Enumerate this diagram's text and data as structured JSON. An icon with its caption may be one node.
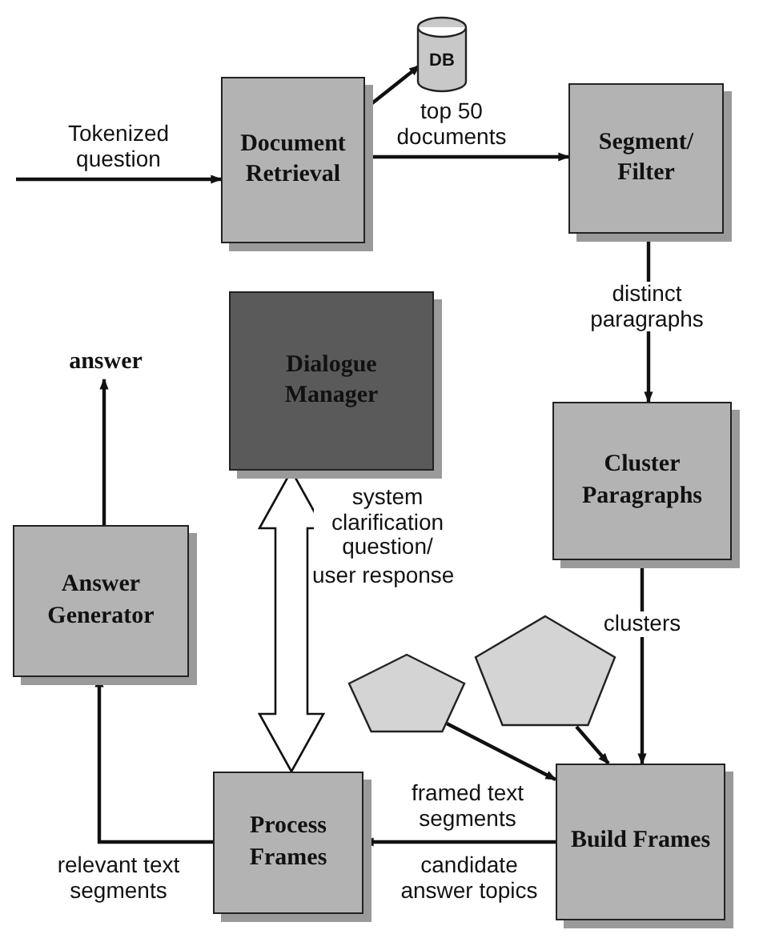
{
  "diagram": {
    "nodes": [
      {
        "text": [
          "Document Retrieval"
        ]
      },
      {
        "text": [
          "DB"
        ]
      },
      {
        "text": [
          "Segment/ Filter"
        ]
      },
      {
        "text": [
          "Dialogue Manager"
        ]
      },
      {
        "text": [
          "answer"
        ]
      },
      {
        "text": [
          "Cluster Paragraphs"
        ]
      },
      {
        "text": [
          "Answer Generator"
        ]
      },
      {
        "text": [],
        "shape": "pentagon"
      },
      {
        "text": [],
        "shape": "pentagon"
      },
      {
        "text": [
          "Process Frames"
        ]
      },
      {
        "text": [
          "Build Frames"
        ]
      }
    ],
    "edges": [
      {
        "from": null,
        "to": 0,
        "arrow": "to",
        "label": "Tokenized question"
      },
      {
        "from": 0,
        "to": 1,
        "arrow": "to"
      },
      {
        "from": 0,
        "to": 2,
        "arrow": "to",
        "label": "top 50 documents"
      },
      {
        "from": 2,
        "to": 5,
        "arrow": "to",
        "label": "distinct paragraphs"
      },
      {
        "from": 5,
        "to": 10,
        "arrow": "to",
        "label": "clusters"
      },
      {
        "from": 6,
        "to": 4,
        "arrow": "to"
      },
      {
        "from": 3,
        "to": 9,
        "arrow": "both",
        "style": "thick",
        "label": "system clarification question/"
      },
      {
        "from": 7,
        "to": 10,
        "arrow": "to"
      },
      {
        "from": 8,
        "to": 10,
        "arrow": "to"
      },
      {
        "from": 10,
        "to": 9,
        "arrow": "to",
        "label": "framed text segments"
      },
      {
        "from": 9,
        "to": 6,
        "arrow": "to",
        "label": "relevant text segments"
      }
    ],
    "labels": [
      "user response",
      "candidate answer topics"
    ]
  }
}
